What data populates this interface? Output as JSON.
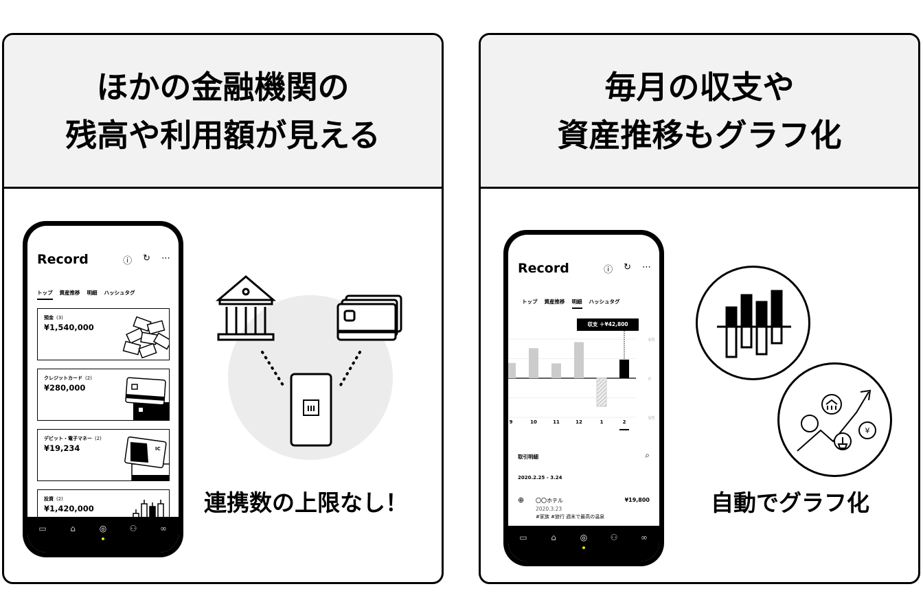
{
  "left": {
    "title_lines": [
      "ほかの金融機関の",
      "残高や利用額が見える"
    ],
    "caption": "連携数の上限なし！",
    "phone": {
      "app_title": "Record",
      "tabs": [
        "トップ",
        "資産推移",
        "明細",
        "ハッシュタグ"
      ],
      "active_tab": "トップ",
      "cards": [
        {
          "label": "預金",
          "count": "(3)",
          "amount": "¥1,540,000",
          "icon": "banknotes-icon"
        },
        {
          "label": "クレジットカード",
          "count": "(2)",
          "amount": "¥280,000",
          "icon": "credit-card-icon"
        },
        {
          "label": "デビット・電子マネー",
          "count": "(2)",
          "amount": "¥19,234",
          "icon": "ic-card-icon"
        },
        {
          "label": "投資",
          "count": "(2)",
          "amount": "¥1,420,000",
          "icon": "candlestick-icon"
        }
      ]
    },
    "center_logo": "III"
  },
  "right": {
    "title_lines": [
      "毎月の収支や",
      "資産推移もグラフ化"
    ],
    "caption": "自動でグラフ化",
    "phone": {
      "app_title": "Record",
      "tabs": [
        "トップ",
        "資産推移",
        "明細",
        "ハッシュタグ"
      ],
      "active_tab": "明細",
      "tooltip": "収支 ＋¥42,800",
      "axis_labels": {
        "top": "9万",
        "zero": "0",
        "bottom": "9万"
      },
      "section_title": "取引明細",
      "period": "2020.2.25 - 3.24",
      "transaction": {
        "name": "〇〇ホテル",
        "date": "2020.3.23",
        "amount": "¥19,800",
        "tags": "#家族 #旅行 週末で最高の温泉"
      }
    }
  },
  "chart_data": {
    "type": "bar",
    "categories": [
      "9",
      "10",
      "11",
      "12",
      "1",
      "2"
    ],
    "values": [
      3.5,
      6.9,
      3.4,
      8.3,
      -6.5,
      4.28
    ],
    "unit": "万円",
    "ylim": [
      -9,
      9
    ],
    "highlight": "2",
    "colors": {
      "past": "#cccccc",
      "selected": "#000000"
    }
  },
  "colors": {
    "header_bg": "#f2f2f2",
    "accent_dot": "#e6e600",
    "circle_bg": "#ececec"
  }
}
